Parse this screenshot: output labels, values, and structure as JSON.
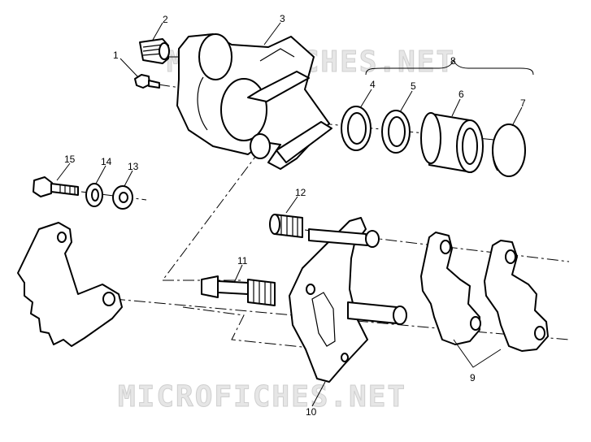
{
  "watermark": {
    "top": "MICROFICHES.NET",
    "bottom": "MICROFICHES.NET"
  },
  "callouts": [
    {
      "id": "c1",
      "label": "1"
    },
    {
      "id": "c2",
      "label": "2"
    },
    {
      "id": "c3",
      "label": "3"
    },
    {
      "id": "c4",
      "label": "4"
    },
    {
      "id": "c5",
      "label": "5"
    },
    {
      "id": "c6",
      "label": "6"
    },
    {
      "id": "c7",
      "label": "7"
    },
    {
      "id": "c8",
      "label": "8"
    },
    {
      "id": "c9",
      "label": "9"
    },
    {
      "id": "c10",
      "label": "10"
    },
    {
      "id": "c11",
      "label": "11"
    },
    {
      "id": "c12",
      "label": "12"
    },
    {
      "id": "c13",
      "label": "13"
    },
    {
      "id": "c14",
      "label": "14"
    },
    {
      "id": "c15",
      "label": "15"
    }
  ]
}
